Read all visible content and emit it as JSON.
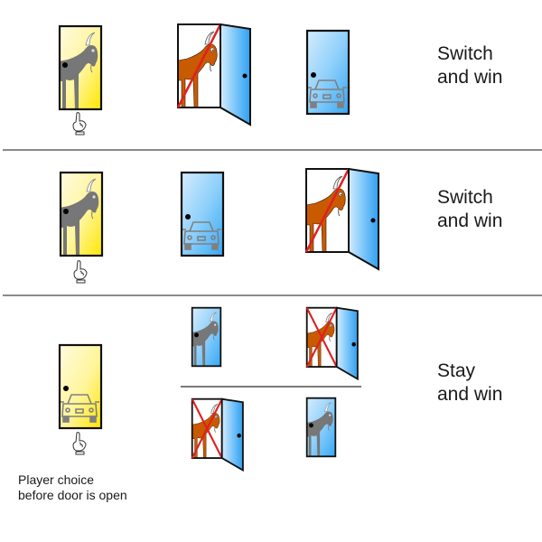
{
  "diagram": {
    "title": "Monty Hall problem outcomes",
    "colors": {
      "chosen_door": "#fff176",
      "closed_door": "#64b5f6",
      "goat_revealed": "#c85a00",
      "goat_hidden": "#777777",
      "strike": "#e02020",
      "divider": "#8a8a8a"
    },
    "rows": [
      {
        "outcome_line1": "Switch",
        "outcome_line2": "and win",
        "player_choice": "goat",
        "doors": [
          {
            "state": "open",
            "contents": "goat",
            "struck": "single"
          },
          {
            "state": "closed",
            "contents": "car"
          }
        ]
      },
      {
        "outcome_line1": "Switch",
        "outcome_line2": "and win",
        "player_choice": "goat",
        "doors": [
          {
            "state": "closed",
            "contents": "car"
          },
          {
            "state": "open",
            "contents": "goat",
            "struck": "single"
          }
        ]
      },
      {
        "outcome_line1": "Stay",
        "outcome_line2": "and win",
        "player_choice": "car",
        "sub_scenarios": [
          {
            "doors": [
              {
                "state": "closed",
                "contents": "goat"
              },
              {
                "state": "open",
                "contents": "goat",
                "struck": "cross"
              }
            ]
          },
          {
            "doors": [
              {
                "state": "open",
                "contents": "goat",
                "struck": "cross"
              },
              {
                "state": "closed",
                "contents": "goat"
              }
            ]
          }
        ]
      }
    ],
    "caption_line1": "Player choice",
    "caption_line2": "before door is open",
    "icons": {
      "pointer": "pointing-hand-icon",
      "goat": "goat-icon",
      "car": "car-icon"
    }
  }
}
